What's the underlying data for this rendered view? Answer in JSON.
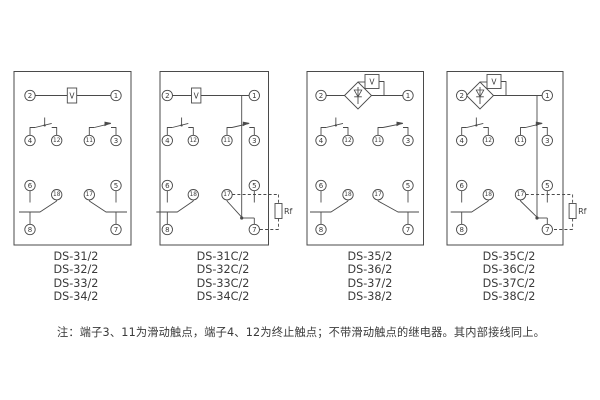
{
  "note": "注：端子3、11为滑动触点，端子4、12为终止触点；不带滑动触点的继电器。其内部接线同上。",
  "colors": {
    "line": "#4a4a4a",
    "text": "#3a3a3a",
    "background": "#ffffff"
  },
  "coil_label": "V",
  "resistor_label": "Rf",
  "panels": [
    {
      "models": [
        "DS-31/2",
        "DS-32/2",
        "DS-33/2",
        "DS-34/2"
      ],
      "rectifier": false,
      "damping_resistor": false,
      "terminals": {
        "top": [
          "2",
          "1"
        ],
        "middle": [
          "4",
          "12",
          "11",
          "3"
        ],
        "lower": [
          "6",
          "18",
          "17",
          "5"
        ],
        "bottom": [
          "8",
          "7"
        ]
      }
    },
    {
      "models": [
        "DS-31C/2",
        "DS-32C/2",
        "DS-33C/2",
        "DS-34C/2"
      ],
      "rectifier": false,
      "damping_resistor": true,
      "terminals": {
        "top": [
          "2",
          "1"
        ],
        "middle": [
          "4",
          "12",
          "11",
          "3"
        ],
        "lower": [
          "6",
          "18",
          "17",
          "5"
        ],
        "bottom": [
          "8",
          "7"
        ]
      }
    },
    {
      "models": [
        "DS-35/2",
        "DS-36/2",
        "DS-37/2",
        "DS-38/2"
      ],
      "rectifier": true,
      "damping_resistor": false,
      "terminals": {
        "top": [
          "2",
          "1"
        ],
        "middle": [
          "4",
          "12",
          "11",
          "3"
        ],
        "lower": [
          "6",
          "18",
          "17",
          "5"
        ],
        "bottom": [
          "8",
          "7"
        ]
      }
    },
    {
      "models": [
        "DS-35C/2",
        "DS-36C/2",
        "DS-37C/2",
        "DS-38C/2"
      ],
      "rectifier": true,
      "damping_resistor": true,
      "terminals": {
        "top": [
          "2",
          "1"
        ],
        "middle": [
          "4",
          "12",
          "11",
          "3"
        ],
        "lower": [
          "6",
          "18",
          "17",
          "5"
        ],
        "bottom": [
          "8",
          "7"
        ]
      }
    }
  ]
}
